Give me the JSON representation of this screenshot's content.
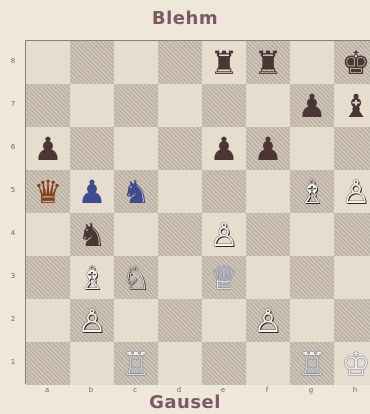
{
  "top_player": "Blehm",
  "bottom_player": "Gausel",
  "files": [
    "a",
    "b",
    "c",
    "d",
    "e",
    "f",
    "g",
    "h"
  ],
  "ranks": [
    "8",
    "7",
    "6",
    "5",
    "4",
    "3",
    "2",
    "1"
  ],
  "pieces": [
    {
      "square": "e8",
      "color": "black",
      "type": "rook"
    },
    {
      "square": "f8",
      "color": "black",
      "type": "rook"
    },
    {
      "square": "h8",
      "color": "black",
      "type": "king"
    },
    {
      "square": "g7",
      "color": "black",
      "type": "pawn"
    },
    {
      "square": "h7",
      "color": "black",
      "type": "bishop"
    },
    {
      "square": "a6",
      "color": "black",
      "type": "pawn"
    },
    {
      "square": "e6",
      "color": "black",
      "type": "pawn"
    },
    {
      "square": "f6",
      "color": "black",
      "type": "pawn"
    },
    {
      "square": "a5",
      "color": "black",
      "type": "queen"
    },
    {
      "square": "b5",
      "color": "black",
      "type": "pawn"
    },
    {
      "square": "c5",
      "color": "black",
      "type": "knight"
    },
    {
      "square": "b4",
      "color": "black",
      "type": "knight"
    },
    {
      "square": "g5",
      "color": "white",
      "type": "bishop"
    },
    {
      "square": "h5",
      "color": "white",
      "type": "pawn"
    },
    {
      "square": "e4",
      "color": "white",
      "type": "pawn"
    },
    {
      "square": "b3",
      "color": "white",
      "type": "bishop"
    },
    {
      "square": "c3",
      "color": "white",
      "type": "knight"
    },
    {
      "square": "e3",
      "color": "white",
      "type": "queen"
    },
    {
      "square": "b2",
      "color": "white",
      "type": "pawn"
    },
    {
      "square": "f2",
      "color": "white",
      "type": "pawn"
    },
    {
      "square": "c1",
      "color": "white",
      "type": "rook"
    },
    {
      "square": "g1",
      "color": "white",
      "type": "rook"
    },
    {
      "square": "h1",
      "color": "white",
      "type": "king"
    }
  ]
}
